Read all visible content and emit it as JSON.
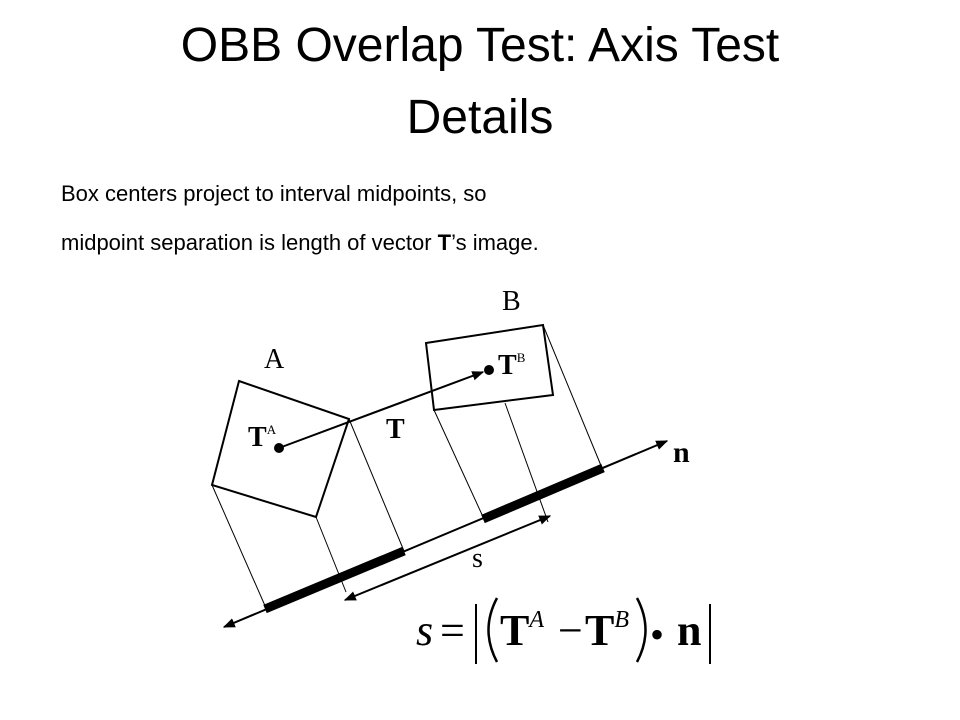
{
  "slide": {
    "title_line1": "OBB Overlap Test: Axis Test",
    "title_line2": "Details",
    "body_line1": "Box centers project to interval midpoints, so",
    "body_line2_before": "midpoint separation is length of vector ",
    "body_line2_bold": "T",
    "body_line2_after": "’s image."
  },
  "diagram": {
    "box_a_label": "A",
    "box_b_label": "B",
    "center_a_label": "T",
    "center_a_sup": "A",
    "center_b_label": "T",
    "center_b_sup": "B",
    "vector_label": "T",
    "axis_label": "n",
    "separation_label": "s"
  },
  "formula": {
    "lhs": "s",
    "equals": "=",
    "term1": "T",
    "term1_sup": "A",
    "minus": "−",
    "term2": "T",
    "term2_sup": "B",
    "dot": "•",
    "axis": "n"
  },
  "colors": {
    "ink": "#000000",
    "background": "#ffffff"
  }
}
